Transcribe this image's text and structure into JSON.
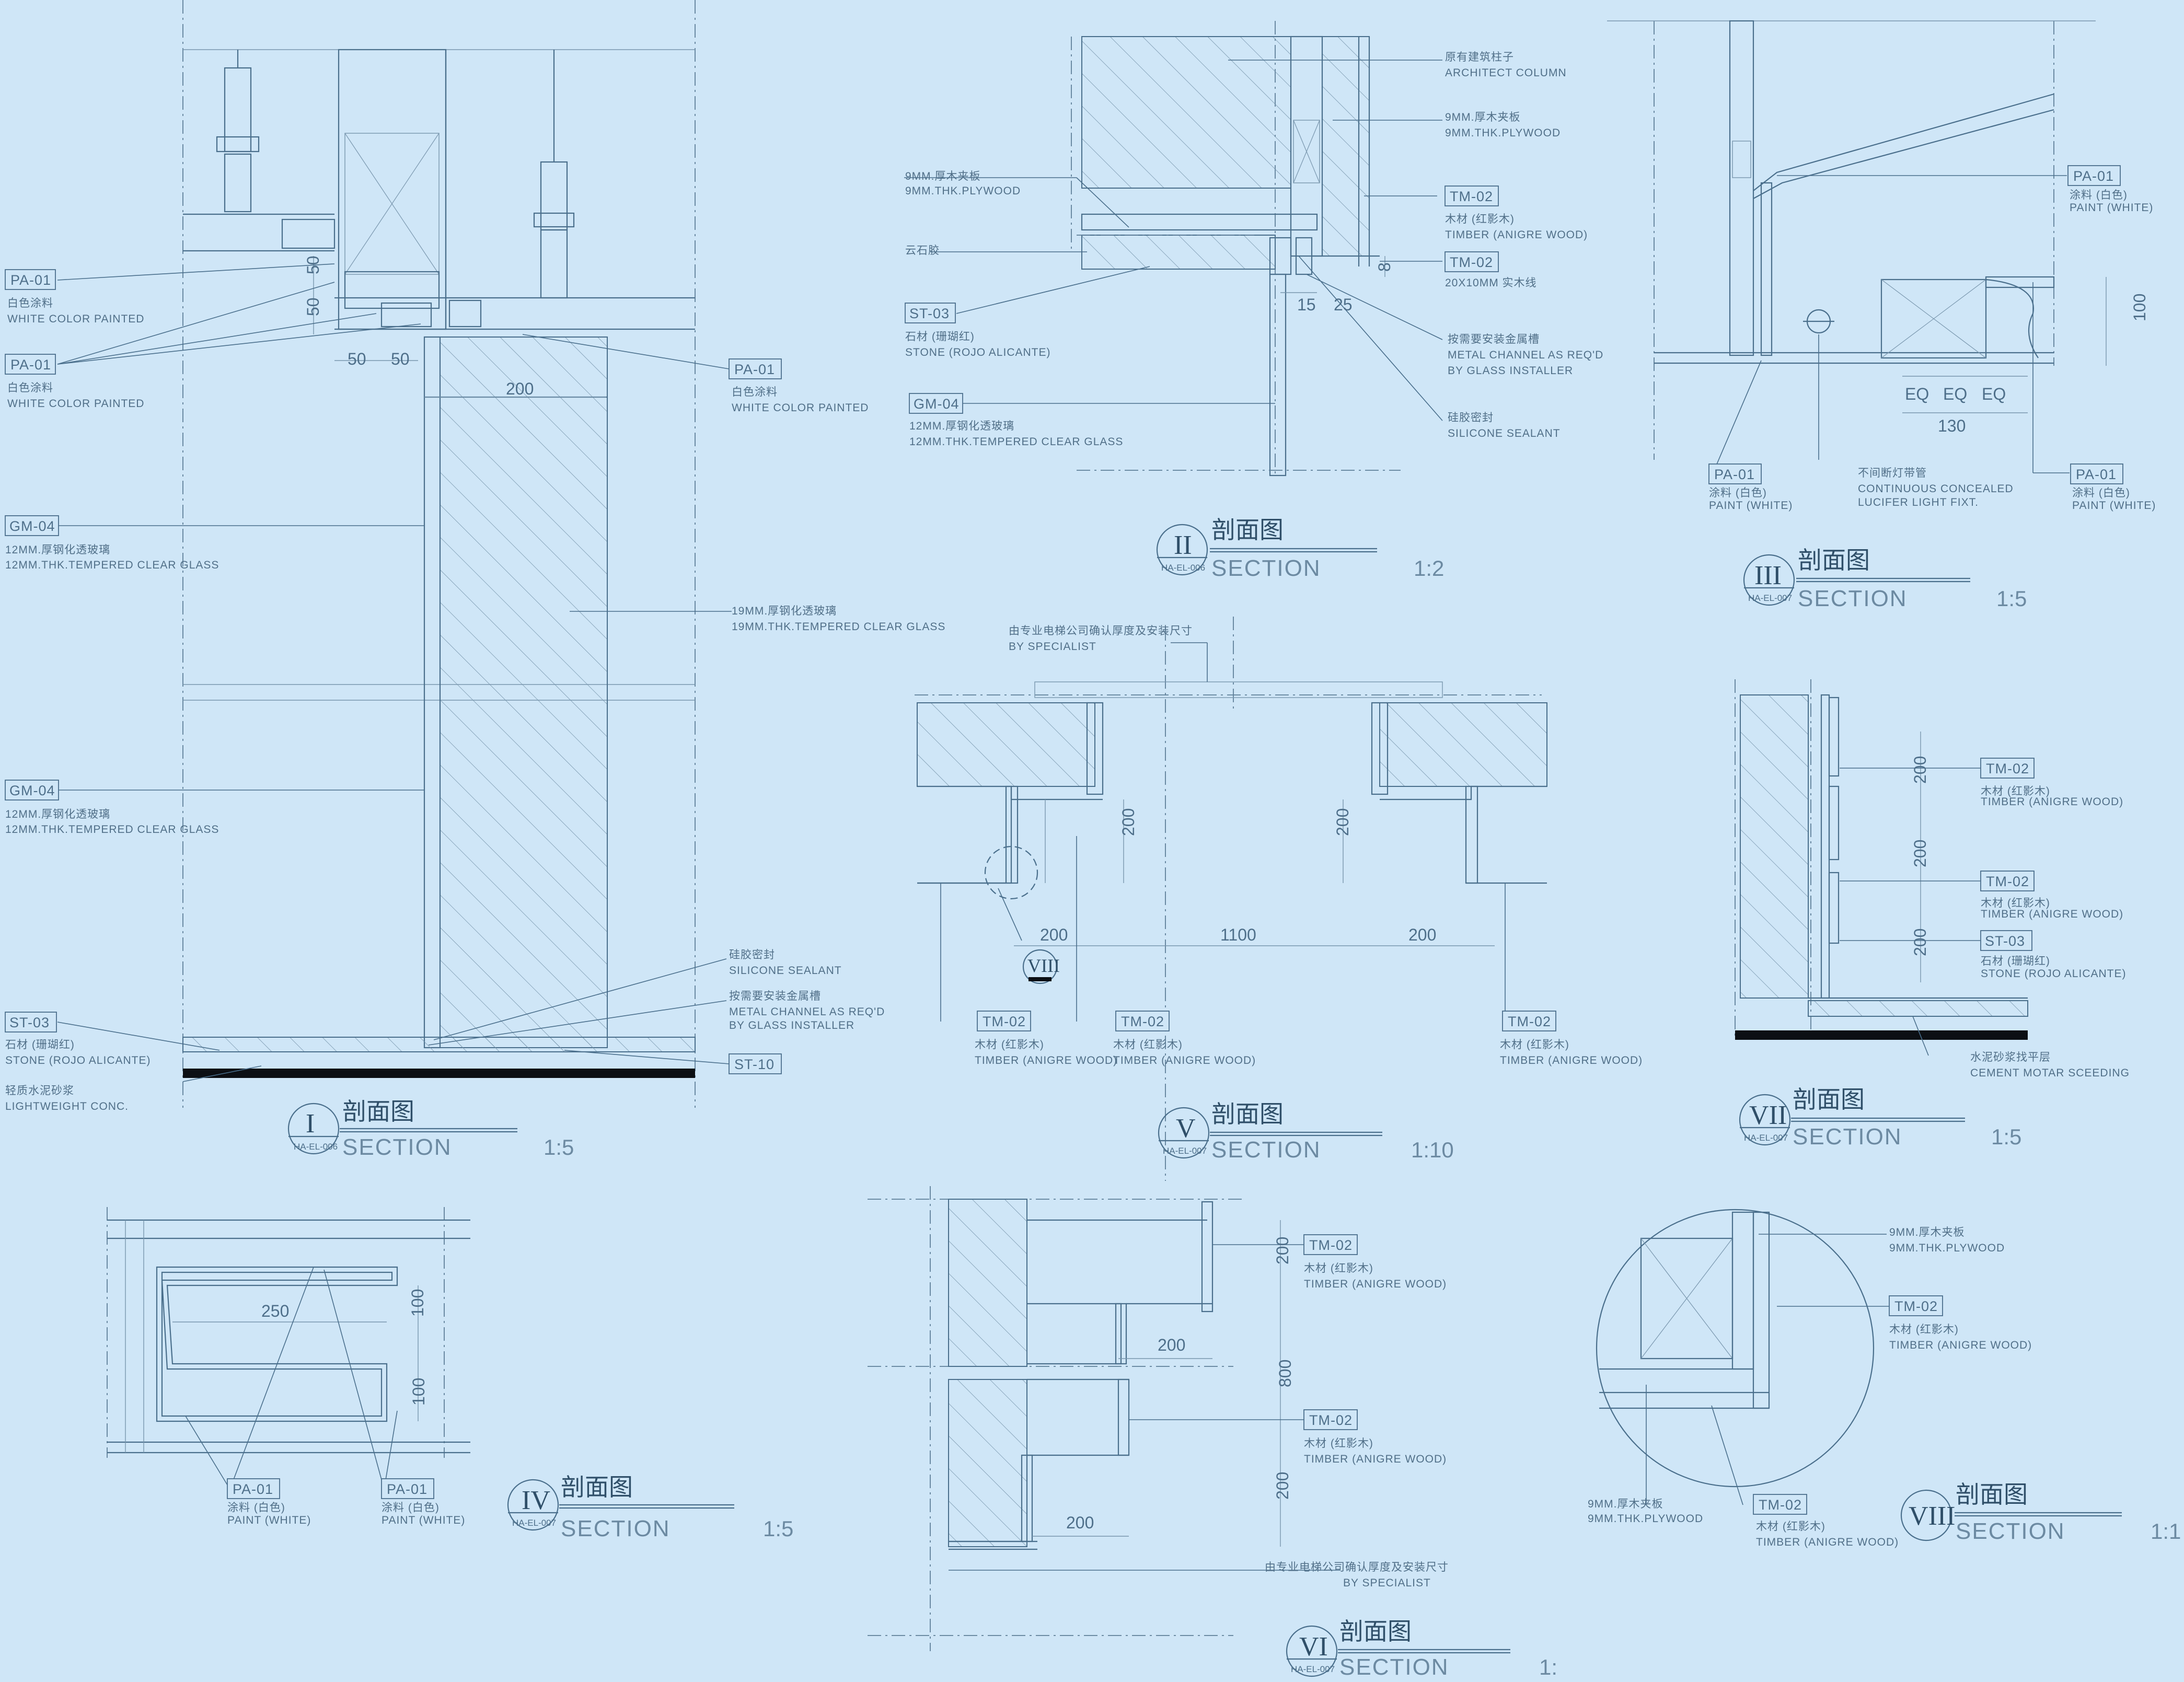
{
  "sections": [
    {
      "id": "I",
      "title_cn": "剖面图",
      "title_en": "SECTION",
      "ref": "HA-EL-006",
      "scale": "1:5"
    },
    {
      "id": "II",
      "title_cn": "剖面图",
      "title_en": "SECTION",
      "ref": "HA-EL-006",
      "scale": "1:2"
    },
    {
      "id": "III",
      "title_cn": "剖面图",
      "title_en": "SECTION",
      "ref": "HA-EL-007",
      "scale": "1:5"
    },
    {
      "id": "IV",
      "title_cn": "剖面图",
      "title_en": "SECTION",
      "ref": "HA-EL-007",
      "scale": "1:5"
    },
    {
      "id": "V",
      "title_cn": "剖面图",
      "title_en": "SECTION",
      "ref": "HA-EL-007",
      "scale": "1:10"
    },
    {
      "id": "VI",
      "title_cn": "剖面图",
      "title_en": "SECTION",
      "ref": "HA-EL-007",
      "scale": "1:"
    },
    {
      "id": "VII",
      "title_cn": "剖面图",
      "title_en": "SECTION",
      "ref": "HA-EL-007",
      "scale": "1:5"
    },
    {
      "id": "VIII",
      "title_cn": "剖面图",
      "title_en": "SECTION",
      "ref": "",
      "scale": "1:1"
    }
  ],
  "sec1": {
    "pa01_a": {
      "tag": "PA-01",
      "cn": "白色涂料",
      "en": "WHITE COLOR PAINTED"
    },
    "pa01_b": {
      "tag": "PA-01",
      "cn": "白色涂料",
      "en": "WHITE COLOR PAINTED"
    },
    "pa01_c": {
      "tag": "PA-01",
      "cn": "白色涂料",
      "en": "WHITE COLOR PAINTED"
    },
    "gm04_a": {
      "tag": "GM-04",
      "cn": "12MM.厚钢化透玻璃",
      "en": "12MM.THK.TEMPERED CLEAR GLASS"
    },
    "gm04_b": {
      "tag": "GM-04",
      "cn": "12MM.厚钢化透玻璃",
      "en": "12MM.THK.TEMPERED CLEAR GLASS"
    },
    "glass19": {
      "cn": "19MM.厚钢化透玻璃",
      "en": "19MM.THK.TEMPERED CLEAR GLASS"
    },
    "st03": {
      "tag": "ST-03",
      "cn": "石材 (珊瑚红)",
      "en": "STONE (ROJO ALICANTE)"
    },
    "conc": {
      "cn": "轻质水泥砂浆",
      "en": "LIGHTWEIGHT CONC."
    },
    "sealant": {
      "cn": "硅胶密封",
      "en": "SILICONE SEALANT"
    },
    "channel": {
      "cn": "按需要安装金属槽",
      "en1": "METAL CHANNEL AS REQ'D",
      "en2": "BY GLASS INSTALLER"
    },
    "st10": {
      "tag": "ST-10"
    },
    "dims": {
      "d50a": "50",
      "d50b": "50",
      "d50c": "50",
      "d50d": "50",
      "d200": "200"
    }
  },
  "sec2": {
    "column": {
      "cn": "原有建筑柱子",
      "en": "ARCHITECT COLUMN"
    },
    "ply_r": {
      "cn": "9MM.厚木夹板",
      "en": "9MM.THK.PLYWOOD"
    },
    "ply_l": {
      "cn": "9MM.厚木夹板",
      "en": "9MM.THK.PLYWOOD"
    },
    "tm02_a": {
      "tag": "TM-02",
      "cn": "木材 (红影木)",
      "en": "TIMBER (ANIGRE WOOD)"
    },
    "tm02_b": {
      "tag": "TM-02",
      "cn": "20X10MM 实木线",
      "en": "20X10MM 实木线"
    },
    "cloud": {
      "cn": "云石胶"
    },
    "st03": {
      "tag": "ST-03",
      "cn": "石材 (珊瑚红)",
      "en": "STONE (ROJO ALICANTE)"
    },
    "gm04": {
      "tag": "GM-04",
      "cn": "12MM.厚钢化透玻璃",
      "en": "12MM.THK.TEMPERED CLEAR GLASS"
    },
    "channel": {
      "cn": "按需要安装金属槽",
      "en1": "METAL CHANNEL AS REQ'D",
      "en2": "BY GLASS INSTALLER"
    },
    "sealant": {
      "cn": "硅胶密封",
      "en": "SILICONE SEALANT"
    },
    "dims": {
      "d8": "8",
      "d15": "15",
      "d25": "25"
    }
  },
  "sec3": {
    "pa01_a": {
      "tag": "PA-01",
      "cn": "涂料 (白色)",
      "en": "PAINT (WHITE)"
    },
    "pa01_b": {
      "tag": "PA-01",
      "cn": "涂料 (白色)",
      "en": "PAINT (WHITE)"
    },
    "pa01_c": {
      "tag": "PA-01",
      "cn": "涂料 (白色)",
      "en": "PAINT (WHITE)"
    },
    "light": {
      "cn": "不间断灯带管",
      "en1": "CONTINUOUS CONCEALED",
      "en2": "LUCIFER LIGHT FIXT."
    },
    "dims": {
      "eq1": "EQ",
      "eq2": "EQ",
      "eq3": "EQ",
      "d130": "130",
      "d100": "100"
    }
  },
  "sec4": {
    "pa01_a": {
      "tag": "PA-01",
      "cn": "涂料 (白色)",
      "en": "PAINT (WHITE)"
    },
    "pa01_b": {
      "tag": "PA-01",
      "cn": "涂料 (白色)",
      "en": "PAINT (WHITE)"
    },
    "dims": {
      "d250": "250",
      "d100a": "100",
      "d100b": "100"
    }
  },
  "sec5": {
    "spec": {
      "cn": "由专业电梯公司确认厚度及安装尺寸",
      "en": "BY SPECIALIST"
    },
    "tm02_a": {
      "tag": "TM-02",
      "cn": "木材 (红影木)",
      "en": "TIMBER (ANIGRE WOOD)"
    },
    "tm02_b": {
      "tag": "TM-02",
      "cn": "木材 (红影木)",
      "en": "TIMBER (ANIGRE WOOD)"
    },
    "tm02_c": {
      "tag": "TM-02",
      "cn": "木材 (红影木)",
      "en": "TIMBER (ANIGRE WOOD)"
    },
    "marker": "VIII",
    "dims": {
      "d200a": "200",
      "d200b": "200",
      "d200c": "200",
      "d1100": "1100",
      "d200d": "200"
    }
  },
  "sec6": {
    "tm02_a": {
      "tag": "TM-02",
      "cn": "木材 (红影木)",
      "en": "TIMBER (ANIGRE WOOD)"
    },
    "tm02_b": {
      "tag": "TM-02",
      "cn": "木材 (红影木)",
      "en": "TIMBER (ANIGRE WOOD)"
    },
    "spec": {
      "cn": "由专业电梯公司确认厚度及安装尺寸",
      "en": "BY SPECIALIST"
    },
    "dims": {
      "d200a": "200",
      "d200b": "200",
      "d800": "800",
      "d200c": "200",
      "d200d": "200"
    }
  },
  "sec7": {
    "tm02_a": {
      "tag": "TM-02",
      "cn": "木材 (红影木)",
      "en": "TIMBER (ANIGRE WOOD)"
    },
    "tm02_b": {
      "tag": "TM-02",
      "cn": "木材 (红影木)",
      "en": "TIMBER (ANIGRE WOOD)"
    },
    "st03": {
      "tag": "ST-03",
      "cn": "石材 (珊瑚红)",
      "en": "STONE (ROJO ALICANTE)"
    },
    "cement": {
      "cn": "水泥砂浆找平层",
      "en": "CEMENT MOTAR SCEEDING"
    },
    "dims": {
      "d200a": "200",
      "d200b": "200",
      "d200c": "200"
    }
  },
  "sec8": {
    "ply_a": {
      "cn": "9MM.厚木夹板",
      "en": "9MM.THK.PLYWOOD"
    },
    "ply_b": {
      "cn": "9MM.厚木夹板",
      "en": "9MM.THK.PLYWOOD"
    },
    "tm02_a": {
      "tag": "TM-02",
      "cn": "木材 (红影木)",
      "en": "TIMBER (ANIGRE WOOD)"
    },
    "tm02_b": {
      "tag": "TM-02",
      "cn": "木材 (红影木)",
      "en": "TIMBER (ANIGRE WOOD)"
    }
  },
  "colors": {
    "background": "#cfe6f7",
    "line": "#4a6f8c",
    "text": "#4e6f8a",
    "title": "#2f4f69",
    "solid": "#0c0f14"
  }
}
